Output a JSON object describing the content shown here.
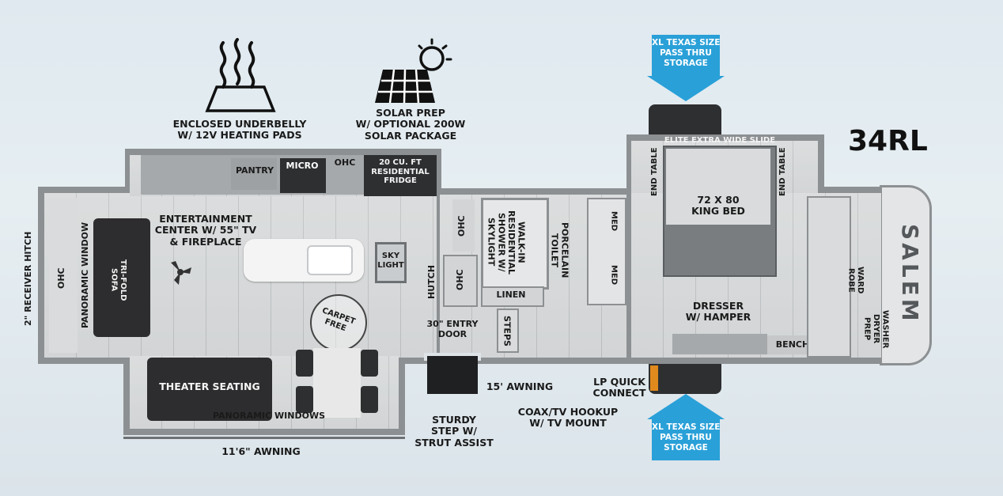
{
  "model": "34RL",
  "features": {
    "underbelly": "ENCLOSED UNDERBELLY\nW/ 12V HEATING PADS",
    "solar": "SOLAR PREP\nW/ OPTIONAL 200W\nSOLAR PACKAGE"
  },
  "callouts": {
    "top_storage": "XL TEXAS SIZE\nPASS THRU\nSTORAGE",
    "bottom_storage": "XL TEXAS SIZE\nPASS THRU\nSTORAGE"
  },
  "rooms": {
    "receiver_hitch": "2\" RECEIVER HITCH",
    "ohc_left": "OHC",
    "panoramic_window": "PANORAMIC WINDOW",
    "sofa": "TRI-FOLD\nSOFA",
    "entertainment": "ENTERTAINMENT\nCENTER W/ 55\" TV\n& FIREPLACE",
    "pantry": "PANTRY",
    "micro": "MICRO",
    "ohc_kitchen": "OHC",
    "fridge": "20 CU. FT\nRESIDENTIAL\nFRIDGE",
    "skylight": "SKY\nLIGHT",
    "hutch": "HUTCH",
    "ohc_hall_top": "OHC",
    "ohc_hall_bottom": "OHC",
    "carpet_free": "CARPET\nFREE",
    "theater": "THEATER SEATING",
    "panoramic_windows": "PANORAMIC WINDOWS",
    "entry_door": "30\" ENTRY\nDOOR",
    "steps": "STEPS",
    "linen": "LINEN",
    "shower": "WALK-IN\nRESIDENTIAL\nSHOWER W/\nSKYLIGHT",
    "toilet": "PORCELAIN\nTOILET",
    "med_top": "MED",
    "med_bottom": "MED",
    "slide": "ELITE EXTRA WIDE SLIDE",
    "end_table_left": "END TABLE",
    "end_table_right": "END TABLE",
    "bed": "72 X 80\nKING BED",
    "dresser": "DRESSER\nW/ HAMPER",
    "bench": "BENCH",
    "wardrobe": "WARD\nROBE",
    "washer": "WASHER\nDRYER\nPREP",
    "brand": "SALEM"
  },
  "exterior": {
    "awning_rear": "11'6\" AWNING",
    "awning_front": "15' AWNING",
    "sturdy_step": "STURDY\nSTEP W/\nSTRUT ASSIST",
    "coax": "COAX/TV HOOKUP\nW/ TV MOUNT",
    "lp": "LP QUICK\nCONNECT"
  },
  "colors": {
    "callout": "#2aa0d8"
  }
}
